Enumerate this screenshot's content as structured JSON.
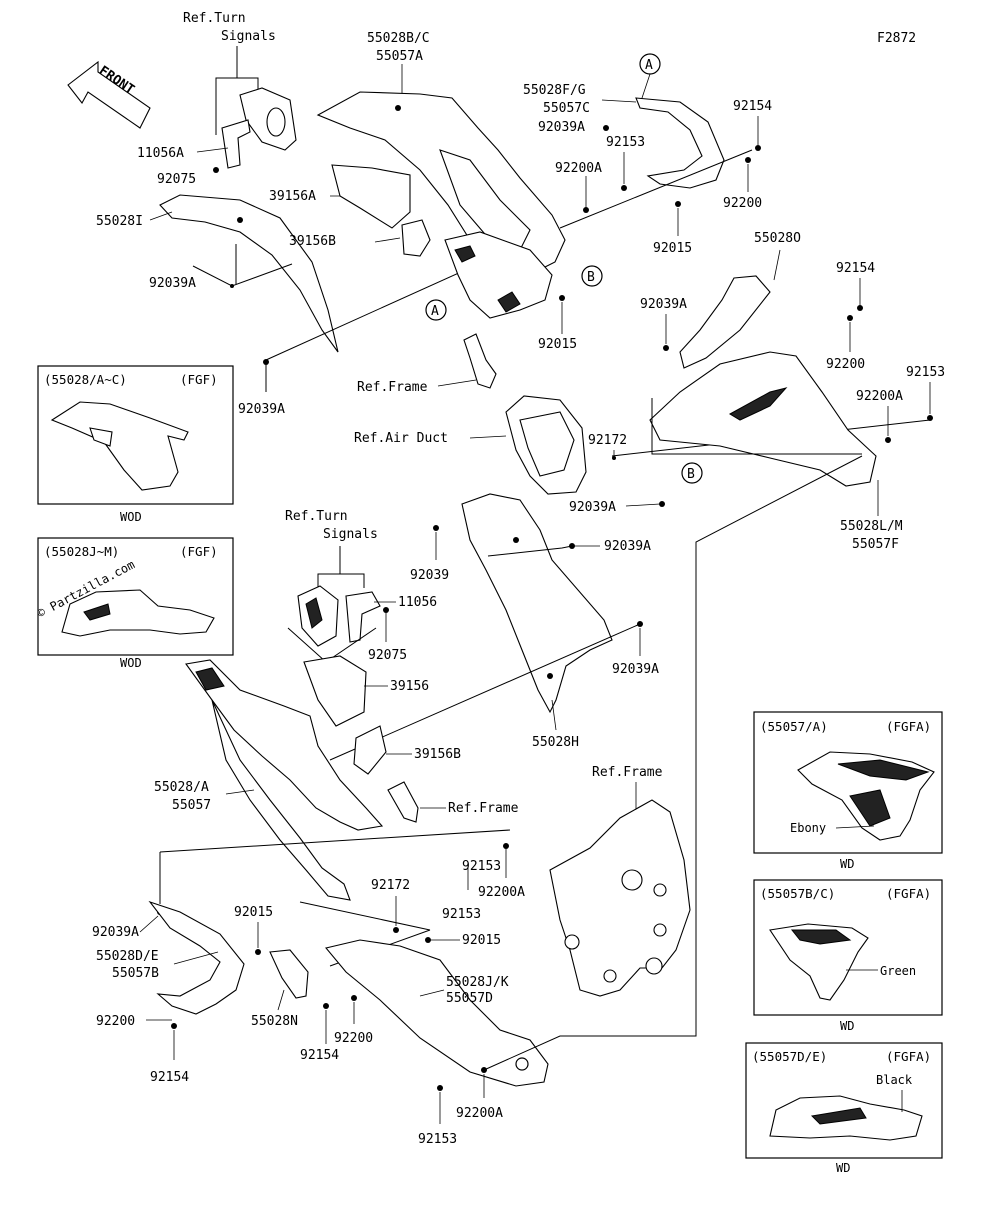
{
  "figure_id": "F2872",
  "front_label": "FRONT",
  "callouts": {
    "ref_turn_signals_top": "Ref.Turn\nSignals",
    "ref_turn_signals_mid": "Ref.Turn\nSignals",
    "ref_frame_top": "Ref.Frame",
    "ref_air_duct": "Ref.Air Duct",
    "ref_frame_mid": "Ref.Frame",
    "ref_frame_bottom": "Ref.Frame",
    "marker_a": "A",
    "marker_b": "B"
  },
  "part_labels": [
    "11056A",
    "92075",
    "55028I",
    "92039A",
    "92039A",
    "55028B/C",
    "55057A",
    "39156A",
    "39156B",
    "55028F/G",
    "55057C",
    "92039A",
    "92153",
    "92200A",
    "92154",
    "92200",
    "92015",
    "92015",
    "55028O",
    "92154",
    "92039A",
    "92200",
    "92153",
    "92200A",
    "92172",
    "92039A",
    "55028L/M",
    "55057F",
    "92039",
    "92039A",
    "11056",
    "92075",
    "92039A",
    "39156",
    "39156B",
    "55028H",
    "55028/A",
    "55057",
    "92039A",
    "55028D/E",
    "55057B",
    "92015",
    "92172",
    "92015",
    "92200",
    "92154",
    "55028N",
    "92200",
    "92154",
    "92153",
    "92200A",
    "55028J/K",
    "55057D",
    "92153",
    "92200A"
  ],
  "panels": [
    {
      "title": "(55028/A~C)",
      "tag": "(FGF)",
      "caption": "WOD"
    },
    {
      "title": "(55028J~M)",
      "tag": "(FGF)",
      "caption": "WOD",
      "watermark": "© Partzilla.com"
    },
    {
      "title": "(55057/A)",
      "tag": "(FGFA)",
      "color_label": "Ebony",
      "caption": "WD"
    },
    {
      "title": "(55057B/C)",
      "tag": "(FGFA)",
      "color_label": "Green",
      "caption": "WD"
    },
    {
      "title": "(55057D/E)",
      "tag": "(FGFA)",
      "color_label": "Black",
      "caption": "WD"
    }
  ]
}
